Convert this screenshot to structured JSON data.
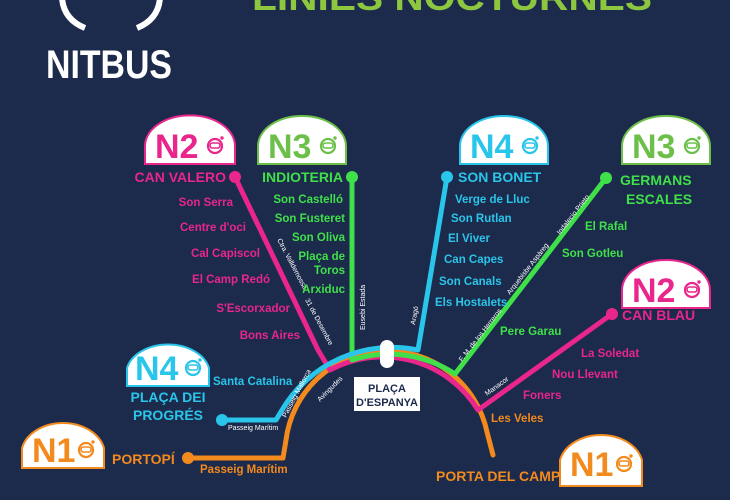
{
  "header": {
    "title": "LINIES NOCTURNES",
    "logo": "NITBUS"
  },
  "colors": {
    "background": "#1c2a4b",
    "n1": "#f28a1e",
    "n2": "#e8268c",
    "n3": "#3fe04a",
    "n4": "#2ac5ea",
    "title": "#8dc63f"
  },
  "hub": {
    "name_line1": "PLAÇA",
    "name_line2": "D'ESPANYA"
  },
  "lines": {
    "n2_can_valero": {
      "badge": "N2",
      "terminus": "CAN VALERO",
      "stops": [
        "Son Serra",
        "Centre d'oci",
        "Cal Capiscol",
        "El Camp Redó",
        "S'Escorxador",
        "Bons Aires"
      ],
      "streets": [
        "Ctra. Valldemossa",
        "31 de Desembre"
      ]
    },
    "n3_indioteria": {
      "badge": "N3",
      "terminus": "INDIOTERIA",
      "stops": [
        "Son Castelló",
        "Son Fusteret",
        "Son Oliva",
        "Plaça de",
        "Toros",
        "Arxiduc"
      ],
      "streets": [
        "Eusebi Estada"
      ]
    },
    "n4_son_bonet": {
      "badge": "N4",
      "terminus": "SON BONET",
      "stops": [
        "Verge de Lluc",
        "Son Rutlan",
        "El Viver",
        "Can Capes",
        "Son Canals",
        "Els Hostalets"
      ],
      "streets": [
        "Aragó"
      ]
    },
    "n3_germans_escales": {
      "badge": "N3",
      "terminus_line1": "GERMANS",
      "terminus_line2": "ESCALES",
      "stops": [
        "El Rafal",
        "Son Gotleu",
        "Pere Garau"
      ],
      "streets": [
        "Indalecio Prieto",
        "Arquebisbe Aspàreg",
        "F. M. de los Herreros"
      ]
    },
    "n2_can_blau": {
      "badge": "N2",
      "terminus": "CAN BLAU",
      "stops": [
        "La Soledat",
        "Nou Llevant",
        "Foners"
      ],
      "streets": [
        "Manacor"
      ]
    },
    "n4_placa_progres": {
      "badge": "N4",
      "terminus_line1": "PLAÇA DEI",
      "terminus_line2": "PROGRÉS",
      "stops": [
        "Santa Catalina"
      ],
      "streets": [
        "Passeig Marítim",
        "Passeig Mallorca",
        "Avingudes"
      ]
    },
    "n1_portopi": {
      "badge": "N1",
      "terminus": "PORTOPÍ",
      "stops": [
        "Passeig Marítim"
      ]
    },
    "n1_porta_del_camp": {
      "badge": "N1",
      "terminus": "PORTA DEL CAMP",
      "stops": [
        "Les Veles"
      ]
    }
  }
}
